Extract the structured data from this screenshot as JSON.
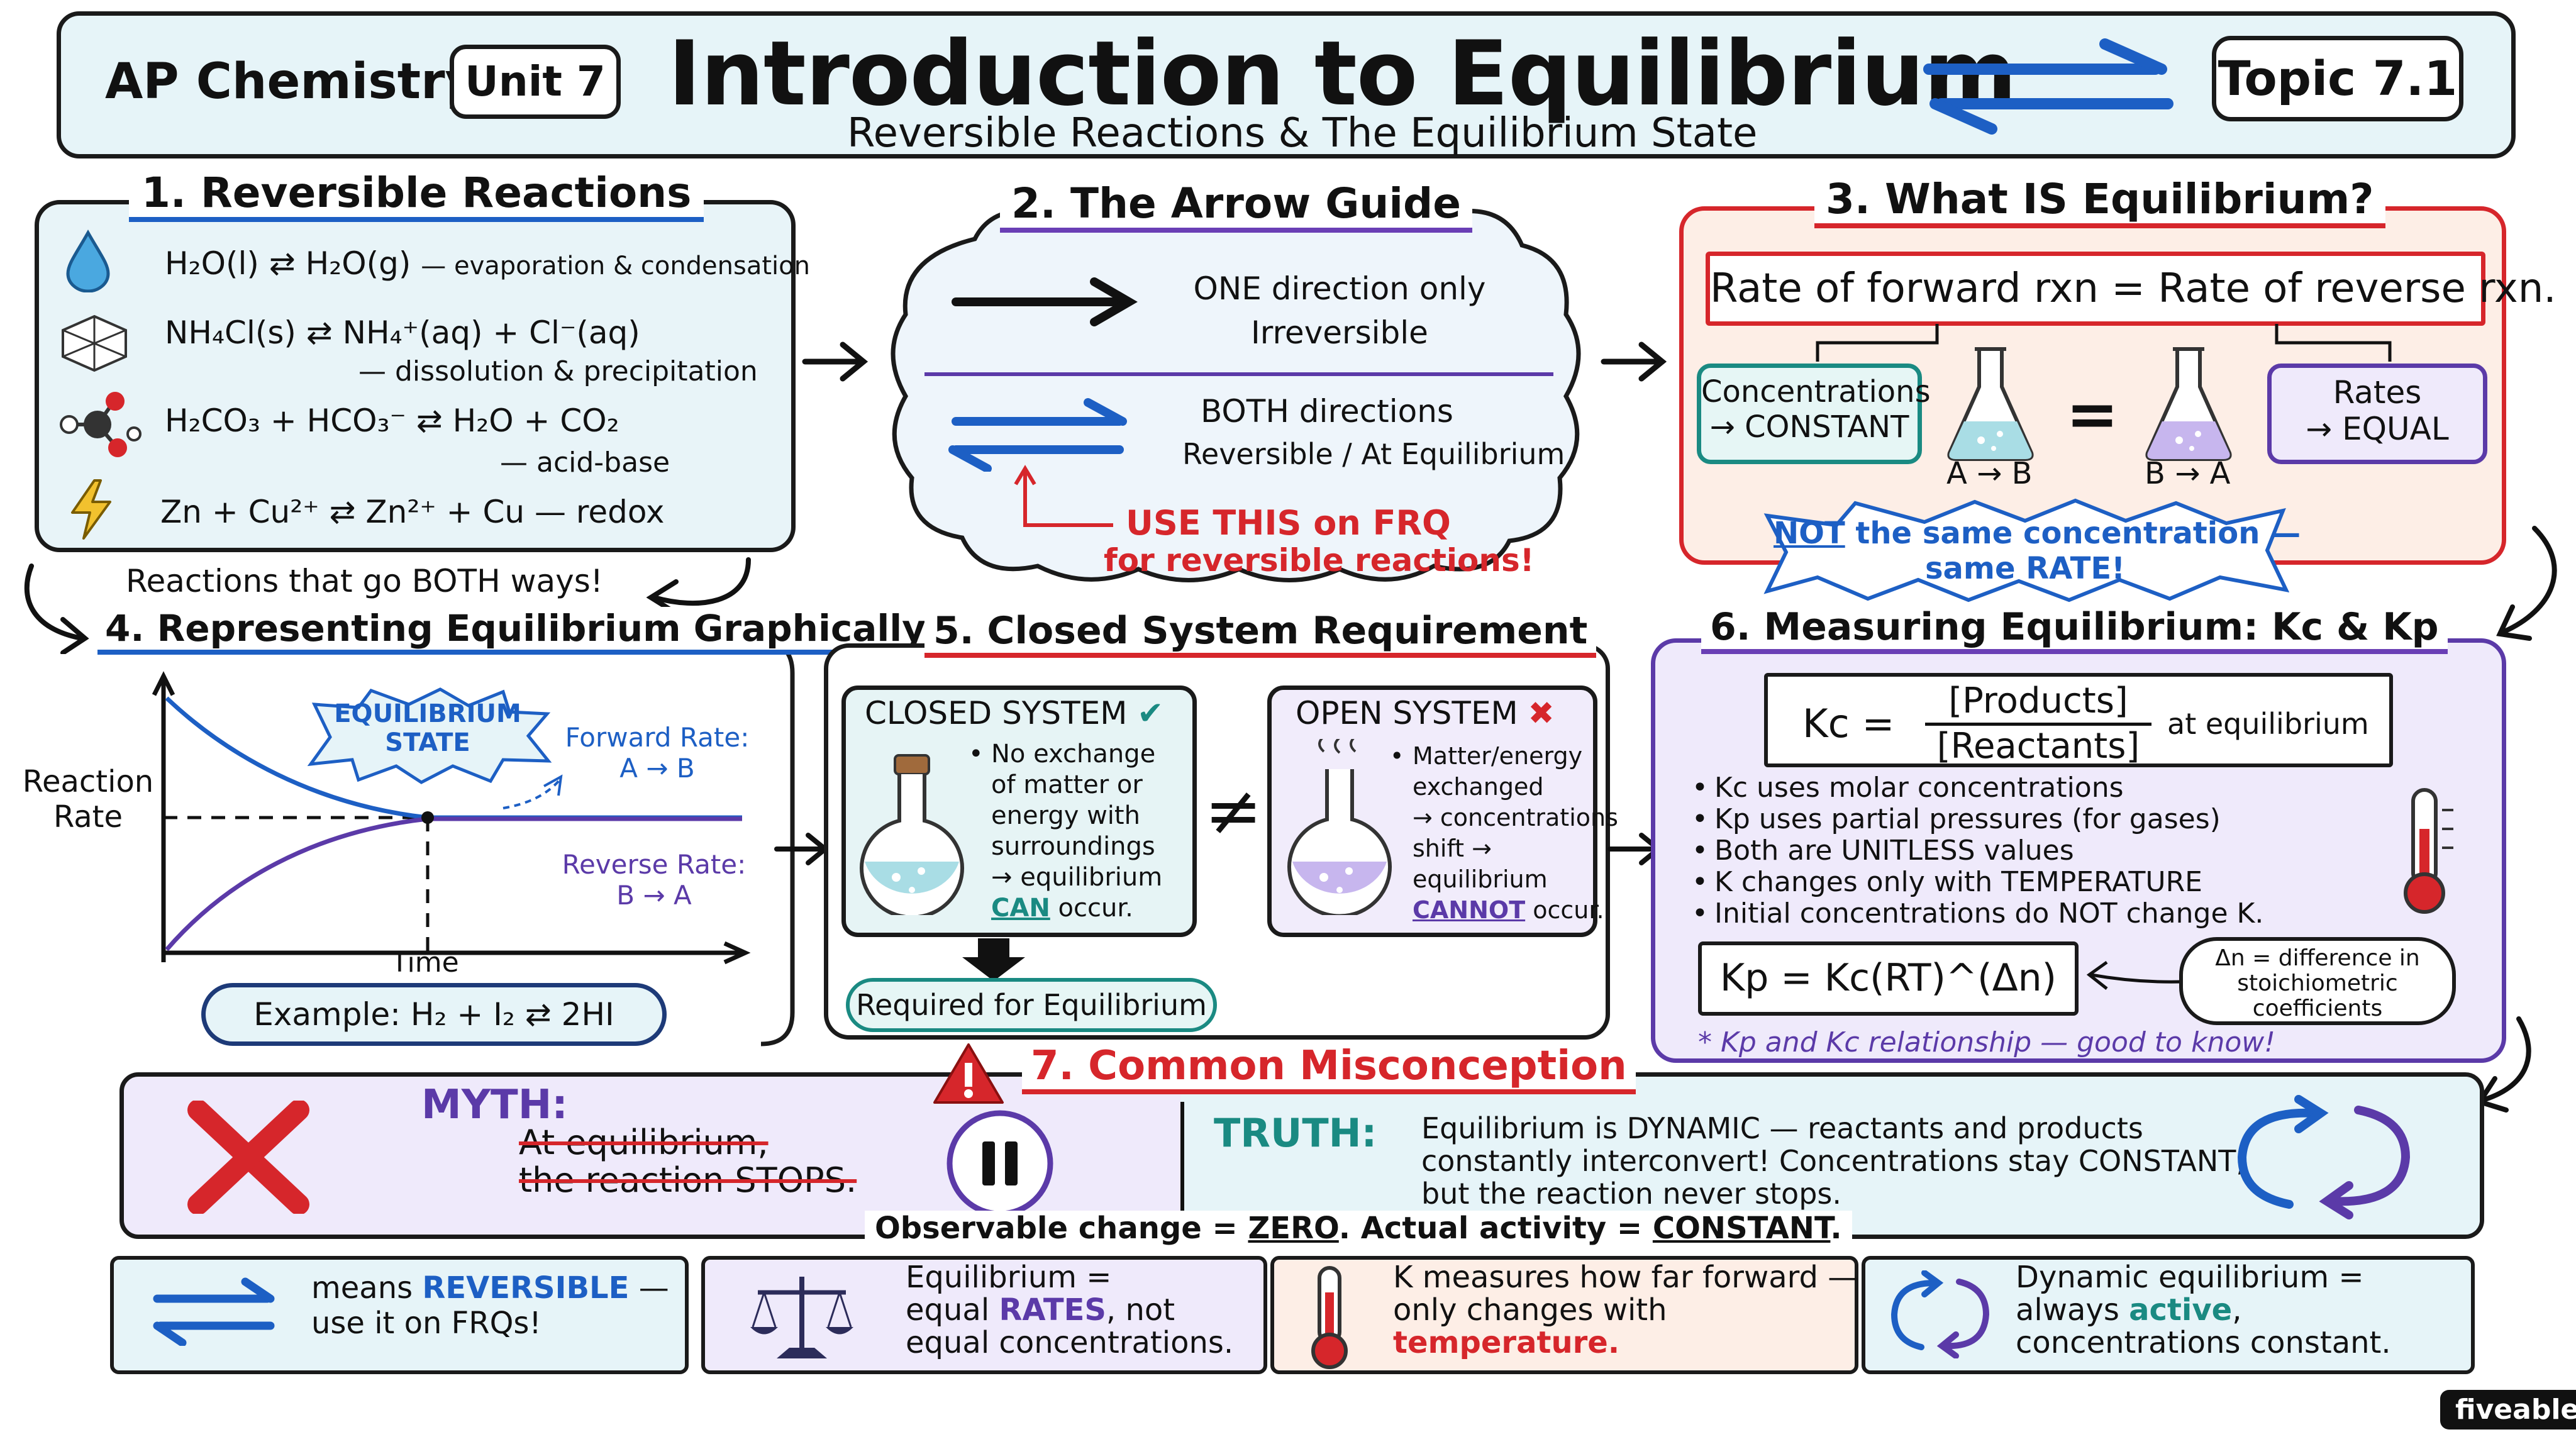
{
  "header": {
    "course": "AP Chemistry",
    "unit": "Unit 7",
    "title": "Introduction to Equilibrium",
    "subtitle": "Reversible Reactions & The Equilibrium State",
    "topic": "Topic 7.1"
  },
  "s1": {
    "title": "1. Reversible Reactions",
    "r1": {
      "left": "H₂O(l)",
      "right": "H₂O(g)",
      "note": "— evaporation & condensation"
    },
    "r2": {
      "left": "NH₄Cl(s)",
      "right": "NH₄⁺(aq) + Cl⁻(aq)",
      "note": "— dissolution & precipitation"
    },
    "r3": {
      "left": "H₂CO₃ + HCO₃⁻",
      "right": "H₂O + CO₂",
      "note": "— acid-base"
    },
    "r4": {
      "left": "Zn + Cu²⁺",
      "right": "Zn²⁺ + Cu",
      "note": "— redox"
    },
    "footer": "Reactions that go BOTH ways!"
  },
  "s2": {
    "title": "2. The Arrow Guide",
    "one_line1": "ONE direction only",
    "one_line2": "Irreversible",
    "both_line1": "BOTH directions",
    "both_line2": "Reversible / At Equilibrium",
    "frq_line1": "USE THIS on FRQ",
    "frq_line2": "for reversible reactions!"
  },
  "s3": {
    "title": "3. What IS Equilibrium?",
    "rate_eq": "Rate of forward rxn = Rate of reverse rxn.",
    "conc_line1": "Concentrations",
    "conc_line2": "→ CONSTANT",
    "rates_line1": "Rates",
    "rates_line2": "→ EQUAL",
    "flask_a": "A → B",
    "flask_b": "B → A",
    "equals": "=",
    "note_not": "NOT",
    "note_rest": " the same concentration —",
    "note_line2": "same RATE!"
  },
  "s4": {
    "title": "4. Representing Equilibrium Graphically",
    "ylabel_line1": "Reaction",
    "ylabel_line2": "Rate",
    "xlabel": "Time",
    "burst_line1": "EQUILIBRIUM",
    "burst_line2": "STATE",
    "forward_line1": "Forward Rate:",
    "forward_line2": "A → B",
    "reverse_line1": "Reverse Rate:",
    "reverse_line2": "B → A",
    "example": "Example: H₂ + I₂ ⇄ 2HI"
  },
  "s5": {
    "title": "5. Closed System Requirement",
    "closed_title": "CLOSED SYSTEM",
    "closed_lines": [
      "No exchange",
      "of matter or",
      "energy with",
      "surroundings",
      "→ equilibrium"
    ],
    "closed_can": "CAN",
    "closed_occur": " occur.",
    "neq": "≠",
    "open_title": "OPEN SYSTEM",
    "open_lines": [
      "Matter/energy",
      "exchanged",
      "→ concentrations",
      "shift →",
      "equilibrium"
    ],
    "open_cannot": "CANNOT",
    "open_occur": " occur.",
    "required": "Required for Equilibrium"
  },
  "s6": {
    "title": "6. Measuring Equilibrium: Kc & Kp",
    "kc_label": "Kc =",
    "kc_num": "[Products]",
    "kc_den": "[Reactants]",
    "kc_note": "at equilibrium",
    "bullets": [
      "Kc uses molar concentrations",
      "Kp uses partial pressures (for gases)",
      "Both are UNITLESS values",
      "K changes only with TEMPERATURE",
      "Initial concentrations do NOT change K."
    ],
    "kp_formula": "Kp = Kc(RT)^(Δn)",
    "dn_line1": "Δn = difference in",
    "dn_line2": "stoichiometric",
    "dn_line3": "coefficients",
    "relation_note": "* Kp and Kc relationship — good to know!"
  },
  "s7": {
    "title": "7. Common Misconception",
    "myth_label": "MYTH:",
    "myth_line1": "At equilibrium,",
    "myth_line2": "the reaction STOPS.",
    "truth_label": "TRUTH:",
    "truth_line1": "Equilibrium is DYNAMIC — reactants and products",
    "truth_line2": "constantly interconvert! Concentrations stay CONSTANT,",
    "truth_line3": "but the reaction never stops.",
    "observable_a": "Observable change = ",
    "observable_b": "ZERO",
    "actual_a": ".  Actual activity = ",
    "actual_b": "CONSTANT",
    "actual_c": "."
  },
  "summary": {
    "c1_a": "means ",
    "c1_b": "REVERSIBLE",
    "c1_c": " —",
    "c1_line2": "use it on FRQs!",
    "c2_line1": "Equilibrium =",
    "c2_a": "equal ",
    "c2_b": "RATES",
    "c2_c": ", not",
    "c2_line3": "equal concentrations.",
    "c3_line1": "K measures how far forward —",
    "c3_line2": "only changes with",
    "c3_line3": "temperature.",
    "c4_line1": "Dynamic equilibrium =",
    "c4_a": "always ",
    "c4_b": "active",
    "c4_c": ",",
    "c4_line3": "concentrations constant."
  },
  "brand": "fiveable",
  "colors": {
    "blue": "#1d5fc4",
    "purple": "#5b3aa8",
    "red": "#d6262b",
    "teal": "#1a8a82",
    "panel_blue": "#e6f4f8",
    "panel_purple": "#efeafb",
    "panel_peach": "#fdeee6"
  }
}
